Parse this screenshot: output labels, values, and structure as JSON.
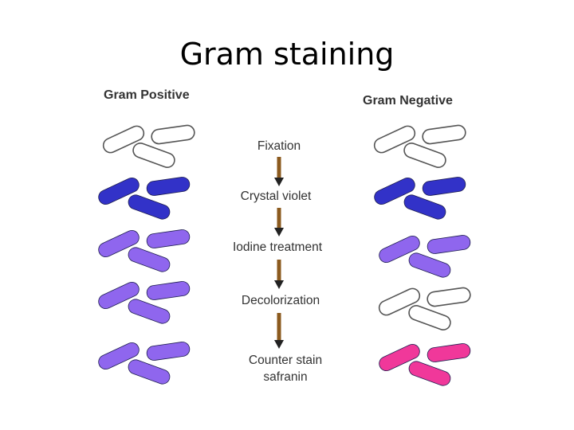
{
  "title": "Gram staining",
  "columns": {
    "positive": "Gram Positive",
    "negative": "Gram Negative"
  },
  "steps": [
    {
      "label": "Fixation",
      "positive_fill": "#ffffff",
      "negative_fill": "#ffffff"
    },
    {
      "label": "Crystal violet",
      "positive_fill": "#3232c8",
      "negative_fill": "#3232c8"
    },
    {
      "label": "Iodine treatment",
      "positive_fill": "#8f66ee",
      "negative_fill": "#8f66ee"
    },
    {
      "label": "Decolorization",
      "positive_fill": "#8f66ee",
      "negative_fill": "#ffffff"
    },
    {
      "label": "Counter stain",
      "sublabel": "safranin",
      "positive_fill": "#8f66ee",
      "negative_fill": "#f0389a"
    }
  ],
  "colors": {
    "outline": "#555555",
    "arrow": "#8b5a1e",
    "text": "#333333"
  }
}
